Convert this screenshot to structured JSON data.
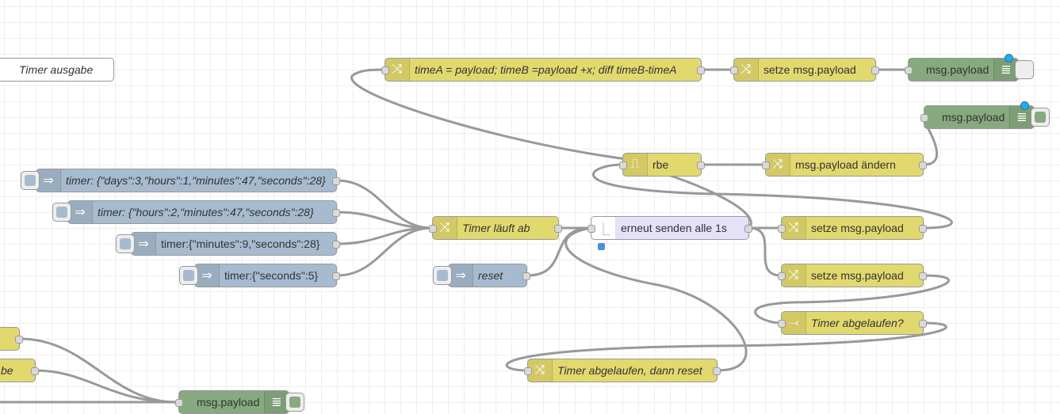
{
  "canvas": {
    "comment_label": "Timer ausgabe",
    "nodes": {
      "change_timeA": "timeA = payload; timeB =payload +x; diff timeB-timeA",
      "change_setze1": "setze msg.payload",
      "debug_top1": "msg.payload",
      "debug_top2": "msg.payload",
      "rbe": "rbe",
      "change_aendern": "msg.payload ändern",
      "inject_1": "timer: {\"days\":3,\"hours\":1,\"minutes\":47,\"seconds\":28}",
      "inject_2": "timer: {\"hours\":2,\"minutes\":47,\"seconds\":28}",
      "inject_3": "timer:{\"minutes\":9,\"seconds\":28}",
      "inject_4": "timer:{\"seconds\":5}",
      "change_timer_laeuft": "Timer läuft ab",
      "inject_reset": "reset",
      "delay": "erneut senden alle 1s",
      "change_setze2": "setze msg.payload",
      "change_setze3": "setze msg.payload",
      "switch_abgelaufen": "Timer abgelaufen?",
      "change_reset": "Timer abgelaufen, dann reset",
      "partial_be": "be",
      "debug_bottom": "msg.payload"
    }
  },
  "colors": {
    "change": "#e2d96e",
    "inject": "#a6bbcf",
    "debug": "#87a980",
    "delay": "#e6e0f8",
    "wire": "#999999",
    "status": "#2aa9ea"
  }
}
